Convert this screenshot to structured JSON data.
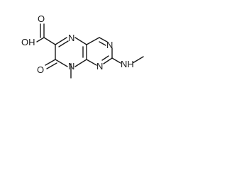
{
  "molecule": {
    "atoms": {
      "n_methyl_top_label": "N",
      "n_ring_top_right_label": "N",
      "nh_label": "NH",
      "n_ring_bottom_right_label": "N",
      "n_ring_bottom_left_label": "N",
      "o_carbonyl_ring_label": "O",
      "o_acid_carbonyl_label": "O",
      "oh_label": "OH"
    }
  }
}
